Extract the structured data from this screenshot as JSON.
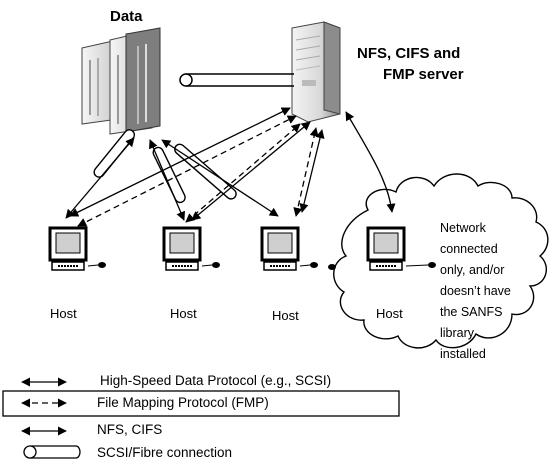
{
  "labels": {
    "data_title": "Data",
    "server_title_line1": "NFS, CIFS and",
    "server_title_line2": "FMP server"
  },
  "hosts": [
    "Host",
    "Host",
    "Host",
    "Host"
  ],
  "cloud_text": [
    "Network",
    "connected",
    "only, and/or",
    "doesn’t have",
    "the SANFS",
    "library",
    "installed"
  ],
  "legend": {
    "high_speed": "High-Speed Data Protocol (e.g., SCSI)",
    "fmp": "File Mapping Protocol (FMP)",
    "nfs": "NFS, CIFS",
    "scsi": "SCSI/Fibre connection"
  },
  "colors": {
    "line": "#000000",
    "server_light": "#eeeeee",
    "server_dark": "#9a9a9a",
    "screen": "#cfcfcf"
  }
}
